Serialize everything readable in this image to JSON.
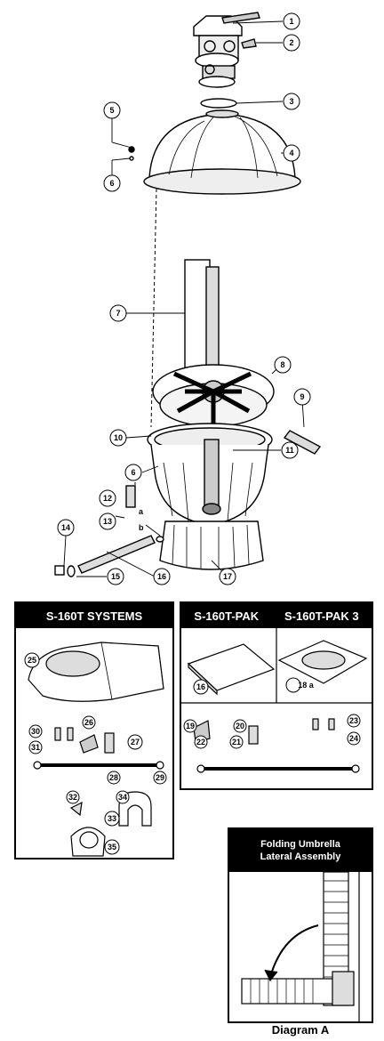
{
  "callouts": [
    "1",
    "2",
    "3",
    "4",
    "5",
    "6",
    "7",
    "8",
    "9",
    "10",
    "11",
    "6",
    "12",
    "13",
    "14",
    "15",
    "16",
    "17"
  ],
  "pump_sublabels": [
    "a",
    "b"
  ],
  "systems_box": {
    "title": "S-160T SYSTEMS",
    "labels": [
      "25",
      "30",
      "26",
      "27",
      "31",
      "28",
      "29",
      "34",
      "32",
      "33",
      "35"
    ]
  },
  "pak_box": {
    "title_left": "S-160T-PAK",
    "title_right": "S-160T-PAK 3",
    "label_16": "16",
    "label_18a": "18 a",
    "labels": [
      "19",
      "20",
      "23",
      "22",
      "21",
      "24"
    ]
  },
  "umbrella_box": {
    "title_line1": "Folding Umbrella",
    "title_line2": "Lateral Assembly",
    "caption": "Diagram A"
  }
}
